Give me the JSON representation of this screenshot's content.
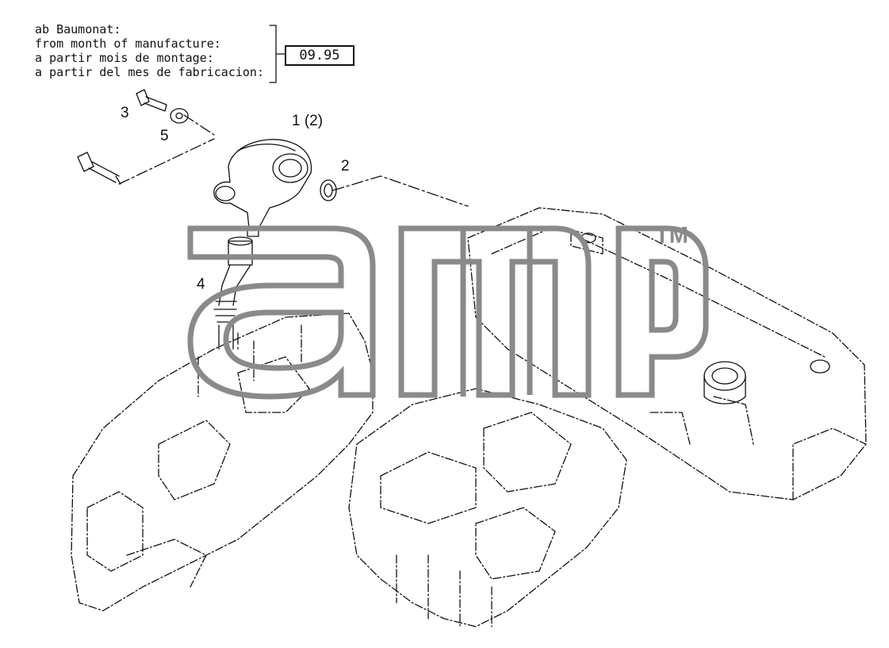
{
  "note": {
    "lines": [
      "ab Baumonat:",
      "from month of manufacture:",
      "a partir mois de montage:",
      "a partir del mes de fabricacion:"
    ],
    "date": "09.95"
  },
  "callouts": {
    "part_1": "1 (2)",
    "part_2": "2",
    "part_3": "3",
    "part_4": "4",
    "part_5": "5"
  },
  "watermark": {
    "text": "amp",
    "tm": "TM",
    "color": "#8a8a8a"
  },
  "colors": {
    "ink": "#111111",
    "background": "#ffffff"
  }
}
